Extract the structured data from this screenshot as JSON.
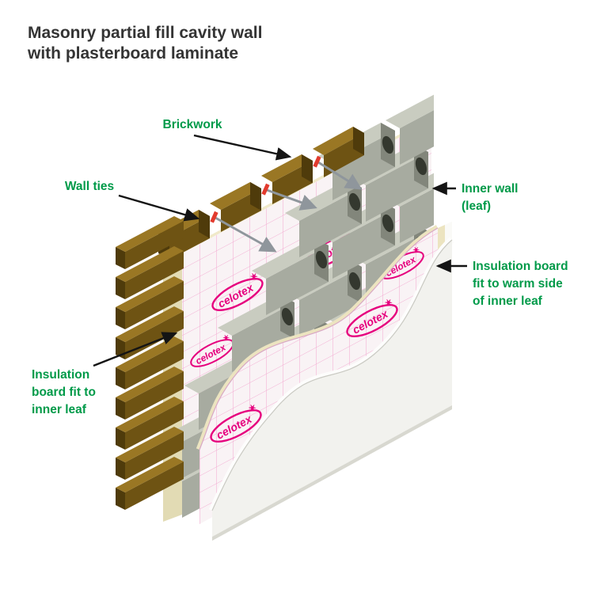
{
  "title": {
    "line1": "Masonry partial fill cavity wall",
    "line2": "with plasterboard laminate"
  },
  "labels": {
    "brickwork": "Brickwork",
    "wall_ties": "Wall ties",
    "inner_wall": {
      "line1": "Inner wall",
      "line2": "(leaf)"
    },
    "insulation_warm": {
      "line1": "Insulation board",
      "line2": "fit to warm side",
      "line3": "of inner leaf"
    },
    "insulation_inner": {
      "line1": "Insulation",
      "line2": "board fit to",
      "line3": "inner leaf"
    }
  },
  "brand": {
    "logo_text": "celotex",
    "logo_mark": "✶"
  },
  "colors": {
    "label_green": "#009a49",
    "celotex_magenta": "#e6007e",
    "brick_brown": "#6e5313",
    "block_grey": "#a7aba0",
    "insulation_cream": "#efe8c8",
    "plasterboard_white": "#f2f2ee",
    "title_color": "#343434"
  }
}
